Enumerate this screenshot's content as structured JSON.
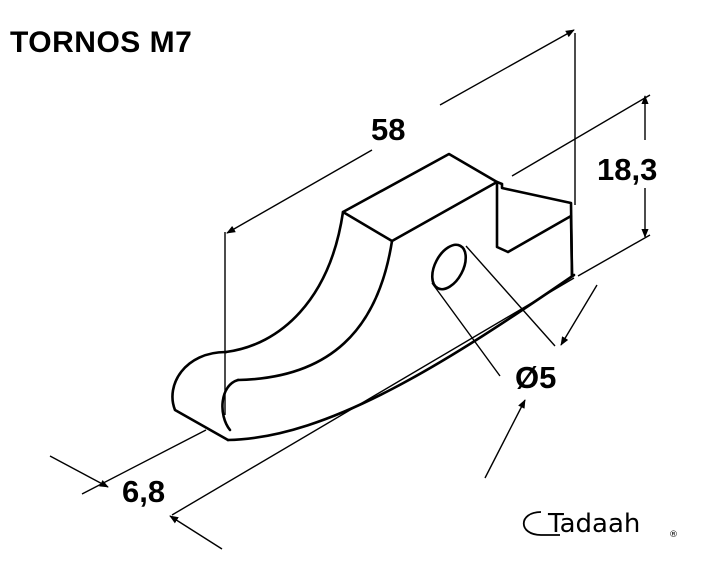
{
  "title": "TORNOS M7",
  "dimensions": {
    "length": "58",
    "height": "18,3",
    "hole": "Ø5",
    "width": "6,8"
  },
  "logo": {
    "text": "Tadaah",
    "registered": "®"
  },
  "colors": {
    "line": "#000000",
    "background": "#ffffff"
  }
}
